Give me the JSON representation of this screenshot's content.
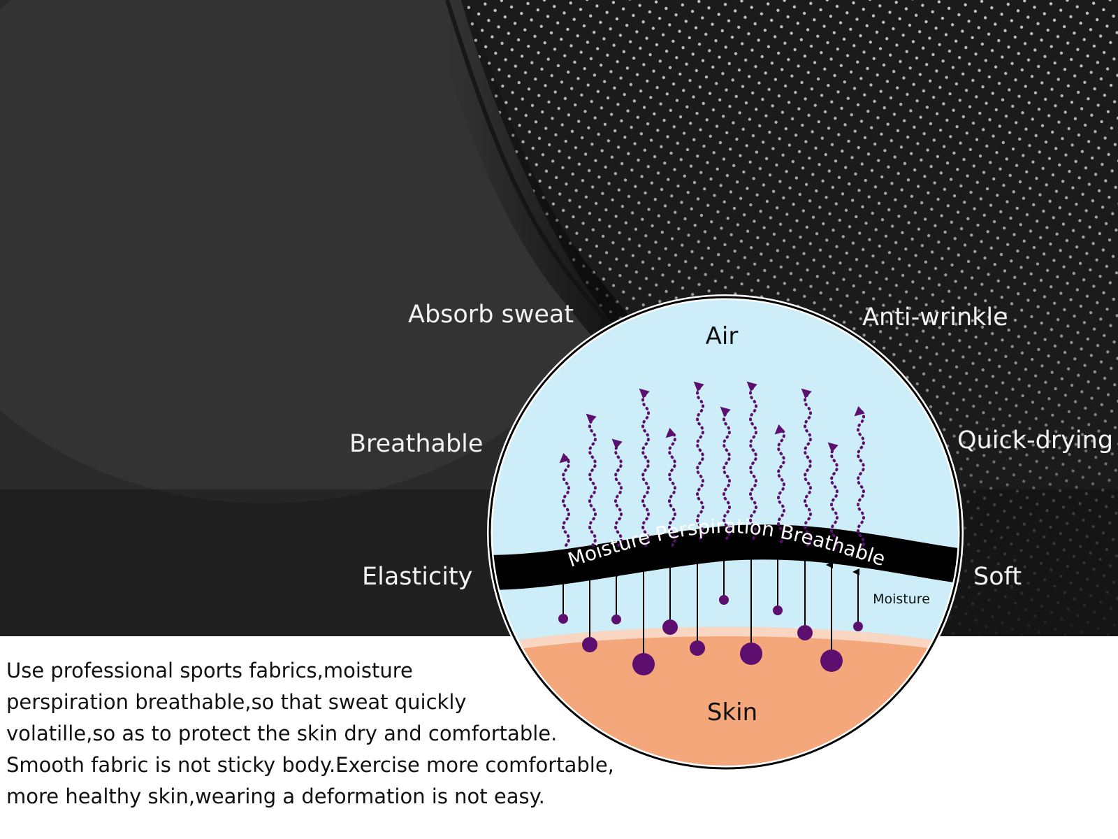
{
  "features": {
    "absorb_sweat": "Absorb sweat",
    "breathable": "Breathable",
    "elasticity": "Elasticity",
    "anti_wrinkle": "Anti-wrinkle",
    "quick_drying": "Quick-drying",
    "soft": "Soft"
  },
  "diagram": {
    "air_label": "Air",
    "skin_label": "Skin",
    "fabric_label": "Moisture Perspiration Breathable",
    "moisture_label": "Moisture"
  },
  "description": {
    "lines": [
      "Use professional sports fabrics,moisture",
      "perspiration breathable,so that sweat quickly",
      "volatille,so as to protect the skin dry and comfortable.",
      "Smooth fabric is not sticky body.Exercise more comfortable,",
      "more healthy skin,wearing a deformation is not easy."
    ]
  },
  "colors": {
    "air": "#cdeef8",
    "skin": "#f4a77b",
    "skin_edge": "#f8d6c2",
    "moisture": "#5c0f6e",
    "vapor": "#7a2d8e",
    "fabric_band": "#000000"
  }
}
